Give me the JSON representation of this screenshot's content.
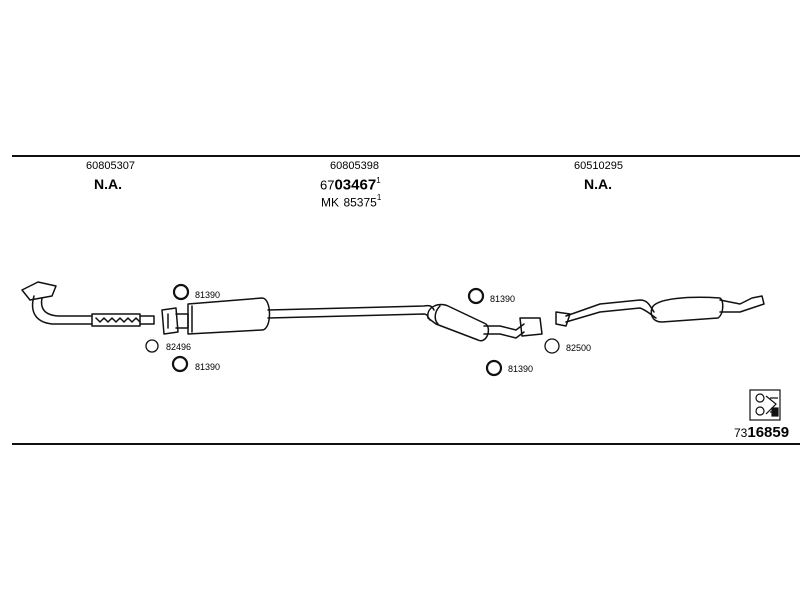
{
  "columns": [
    {
      "part_number": "60805307",
      "status": "N.A."
    },
    {
      "part_number": "60805398",
      "code_prefix": "67",
      "code_main": "03467",
      "code_sup": "1",
      "mk_prefix": "MK",
      "mk_value": "85375",
      "mk_sup": "1"
    },
    {
      "part_number": "60510295",
      "status": "N.A."
    }
  ],
  "part_labels": {
    "gasket_top_left": "81390",
    "ring_left": "82496",
    "gasket_bottom_left": "81390",
    "gasket_top_mid": "81390",
    "gasket_bottom_mid": "81390",
    "ring_right": "82500"
  },
  "diagram_id": {
    "prefix": "73",
    "main": "16859"
  },
  "colors": {
    "line": "#111111",
    "fill": "#ffffff"
  }
}
